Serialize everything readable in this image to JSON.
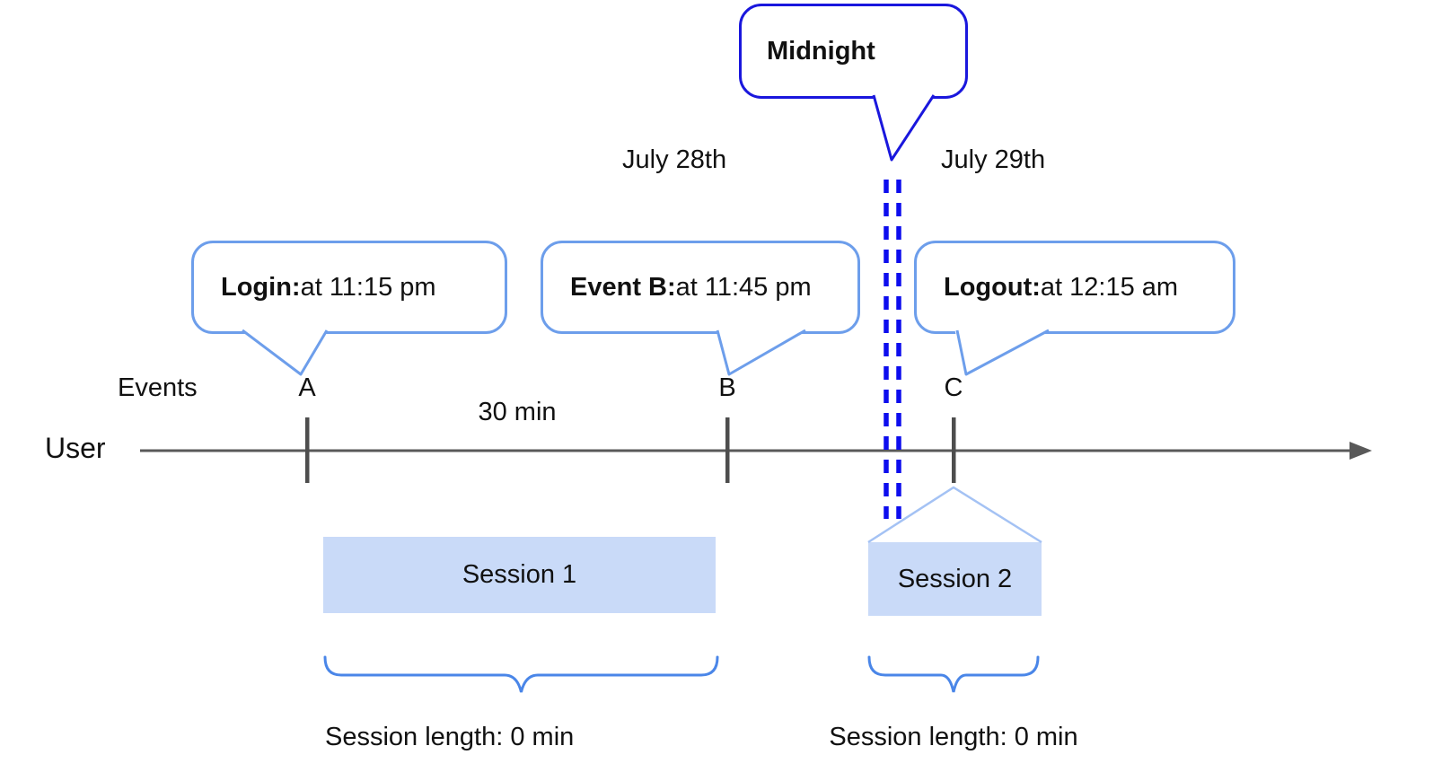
{
  "bubbles": {
    "midnight": "Midnight",
    "events": [
      {
        "bold": "Login:",
        "rest": " at 11:15 pm"
      },
      {
        "bold": "Event B:",
        "rest": " at 11:45 pm"
      },
      {
        "bold": "Logout:",
        "rest": " at 12:15 am"
      }
    ]
  },
  "dates": {
    "before": "July 28th",
    "after": "July 29th"
  },
  "timeline": {
    "row_label": "Events",
    "axis_label": "User",
    "interval": "30 min",
    "markers": [
      "A",
      "B",
      "C"
    ]
  },
  "sessions": [
    {
      "label": "Session 1",
      "length": "Session length: 0 min"
    },
    {
      "label": "Session 2",
      "length": "Session length: 0 min"
    }
  ],
  "colors": {
    "ink": "#111111",
    "midnight_border": "#1a17dd",
    "dash_blue": "#0d0dee",
    "bubble_border": "#6d9eeb",
    "session_fill": "#c9daf8",
    "brace_blue": "#4a86e8",
    "triangle_blue": "#a4c2f4",
    "axis_gray": "#595959",
    "tick_gray": "#4d4d4d"
  }
}
